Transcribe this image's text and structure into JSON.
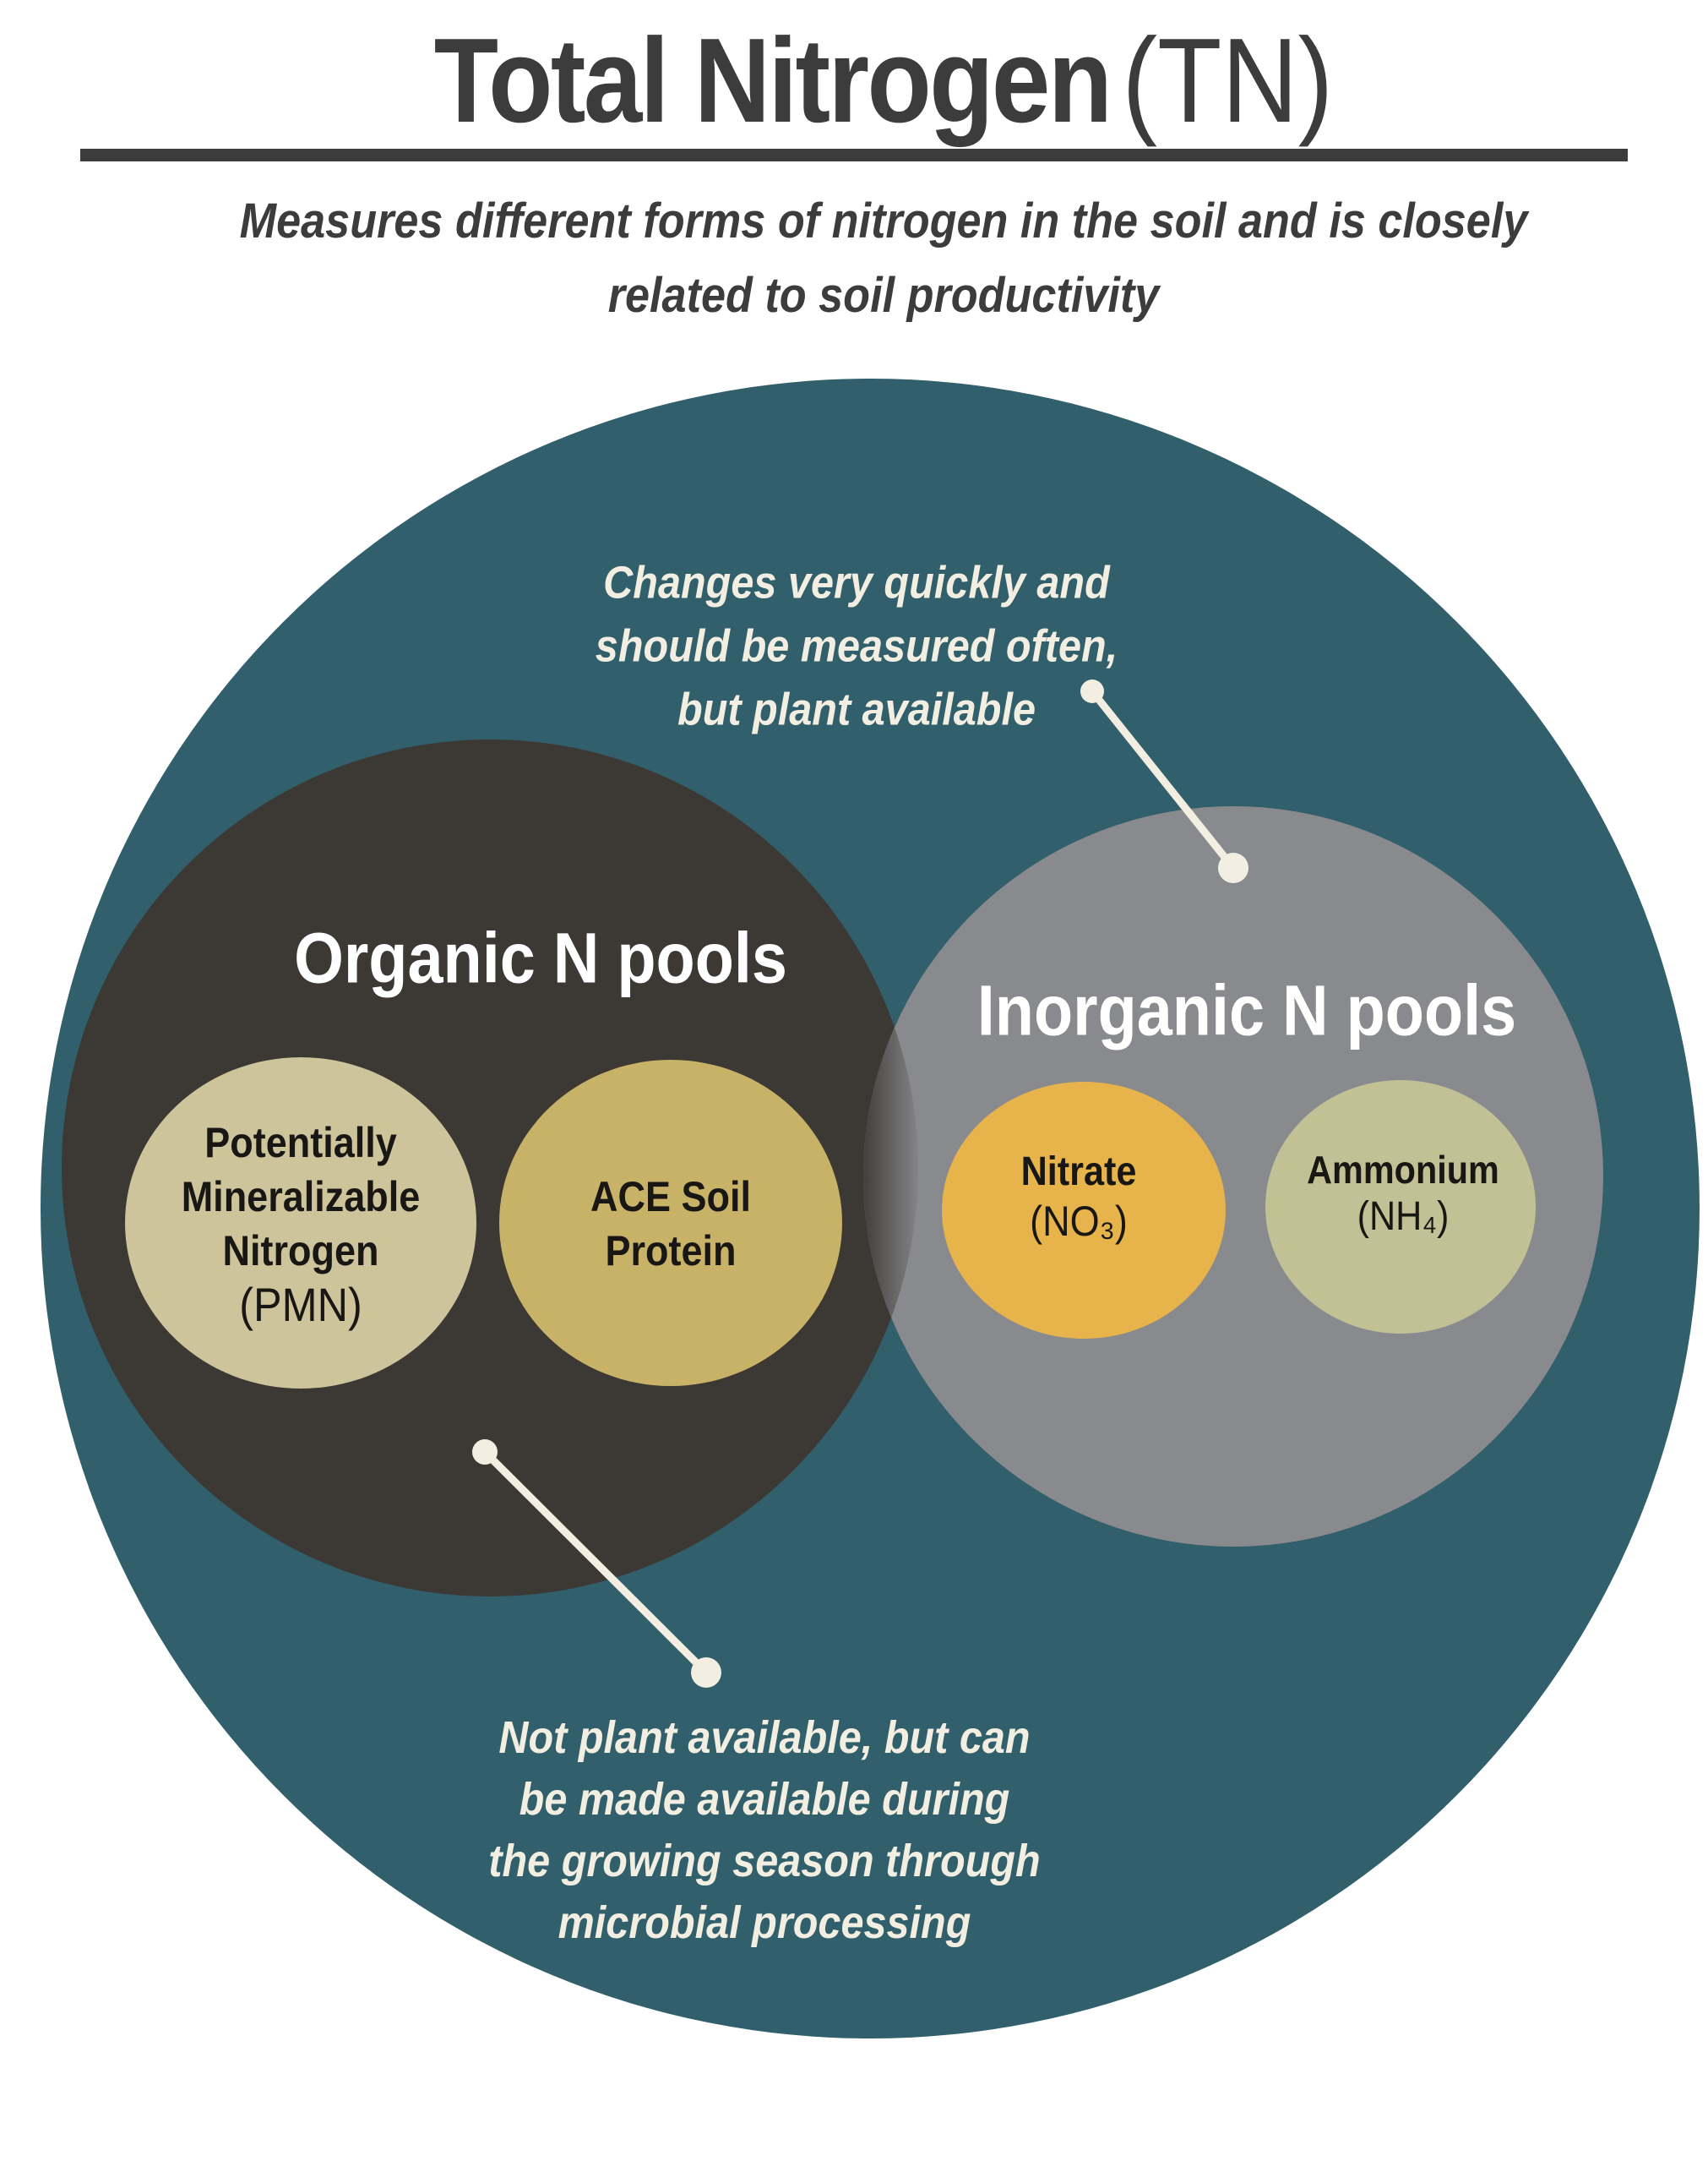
{
  "colors": {
    "teal": "#315f6b",
    "organic_dark": "#3c3935",
    "inorganic_gray": "#898a8d",
    "cream": "#f2efe2",
    "pmn_fill": "#cdc49c",
    "ace_fill": "#c7b268",
    "nitrate_fill": "#e7b34b",
    "ammonium_fill": "#c2c095",
    "heading_text": "#3d3c3c",
    "circle_text": "#181714",
    "pool_label_text": "#ffffff"
  },
  "header": {
    "title_main": "Total Nitrogen",
    "title_abbr": "(TN)",
    "subtitle_lines": [
      "Measures different forms of nitrogen in the soil and is closely",
      "related to soil productivity"
    ]
  },
  "venn": {
    "organic": {
      "label": "Organic N pools",
      "pmn": {
        "lines": [
          "Potentially",
          "Mineralizable",
          "Nitrogen"
        ],
        "abbr": "(PMN)"
      },
      "ace": {
        "lines": [
          "ACE Soil",
          "Protein"
        ]
      }
    },
    "inorganic": {
      "label": "Inorganic N pools",
      "nitrate": {
        "name": "Nitrate",
        "formula": "(NO₃)"
      },
      "ammonium": {
        "name": "Ammonium",
        "formula": "(NH₄)"
      }
    }
  },
  "annotations": {
    "inorganic_note": {
      "lines": [
        "Changes very quickly and",
        "should be measured often,",
        "but plant available"
      ]
    },
    "organic_note": {
      "lines": [
        "Not plant available, but can",
        "be made available during",
        "the growing season through",
        "microbial processing"
      ]
    }
  }
}
